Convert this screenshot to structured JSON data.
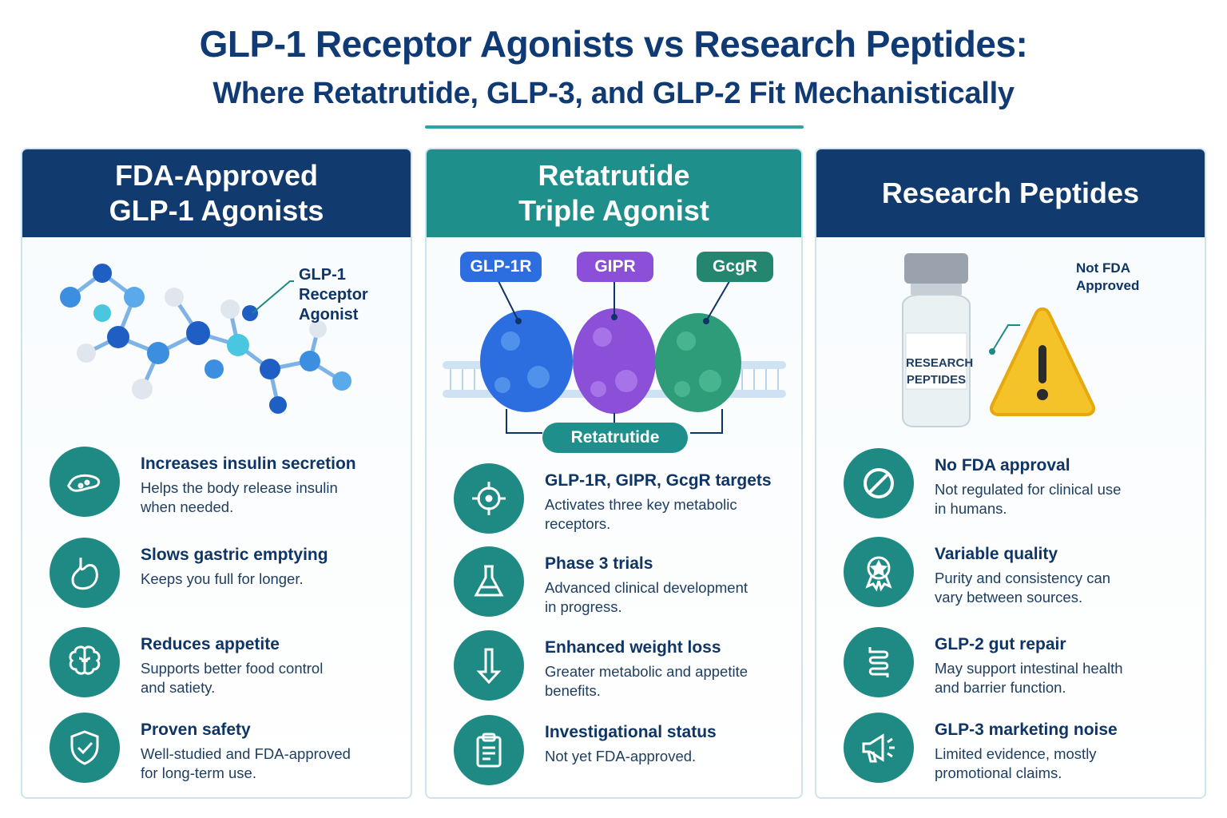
{
  "header": {
    "title": "GLP-1 Receptor Agonists vs Research  Peptides:",
    "subtitle": "Where Retatrutide, GLP-3, and GLP-2 Fit Mechanistically"
  },
  "colors": {
    "navy": "#113a6e",
    "teal": "#1f8f8c",
    "icon_teal": "#1e8a83",
    "glp1r": "#2c6ee0",
    "gipr": "#8b4fd8",
    "gcgr": "#25866f",
    "warning": "#f4c329"
  },
  "columns": [
    {
      "header_line1": "FDA-Approved",
      "header_line2": "GLP-1 Agonists",
      "callout_l1": "GLP-1",
      "callout_l2": "Receptor",
      "callout_l3": "Agonist",
      "features": [
        {
          "icon": "pancreas-icon",
          "title": "Increases insulin secretion",
          "desc_l1": "Helps the body release insulin",
          "desc_l2": "when needed."
        },
        {
          "icon": "stomach-icon",
          "title": "Slows gastric emptying",
          "desc_l1": "Keeps you full for longer.",
          "desc_l2": ""
        },
        {
          "icon": "brain-icon",
          "title": "Reduces appetite",
          "desc_l1": "Supports better food control",
          "desc_l2": "and satiety."
        },
        {
          "icon": "shield-check-icon",
          "title": "Proven safety",
          "desc_l1": "Well-studied and FDA-approved",
          "desc_l2": "for long-term use."
        }
      ]
    },
    {
      "header_line1": "Retatrutide",
      "header_line2": "Triple Agonist",
      "receptors": [
        "GLP-1R",
        "GIPR",
        "GcgR"
      ],
      "drug_label": "Retatrutide",
      "features": [
        {
          "icon": "target-icon",
          "title": "GLP-1R, GIPR, GcgR targets",
          "desc_l1": "Activates three key metabolic",
          "desc_l2": "receptors."
        },
        {
          "icon": "flask-icon",
          "title": "Phase 3 trials",
          "desc_l1": "Advanced clinical development",
          "desc_l2": "in progress."
        },
        {
          "icon": "down-arrow-icon",
          "title": "Enhanced weight loss",
          "desc_l1": "Greater metabolic and appetite",
          "desc_l2": "benefits."
        },
        {
          "icon": "clipboard-icon",
          "title": "Investigational status",
          "desc_l1": "Not yet FDA-approved.",
          "desc_l2": ""
        }
      ]
    },
    {
      "header_line1": "Research Peptides",
      "callout_l1": "Not FDA",
      "callout_l2": "Approved",
      "vial_l1": "RESEARCH",
      "vial_l2": "PEPTIDES",
      "features": [
        {
          "icon": "prohibited-icon",
          "title": "No FDA approval",
          "desc_l1": "Not regulated for clinical use",
          "desc_l2": "in humans."
        },
        {
          "icon": "badge-star-icon",
          "title": "Variable quality",
          "desc_l1": "Purity and consistency can",
          "desc_l2": "vary between sources."
        },
        {
          "icon": "intestine-icon",
          "title": "GLP-2 gut repair",
          "desc_l1": "May support intestinal health",
          "desc_l2": "and barrier function."
        },
        {
          "icon": "megaphone-icon",
          "title": "GLP-3 marketing noise",
          "desc_l1": "Limited evidence, mostly",
          "desc_l2": "promotional claims."
        }
      ]
    }
  ]
}
